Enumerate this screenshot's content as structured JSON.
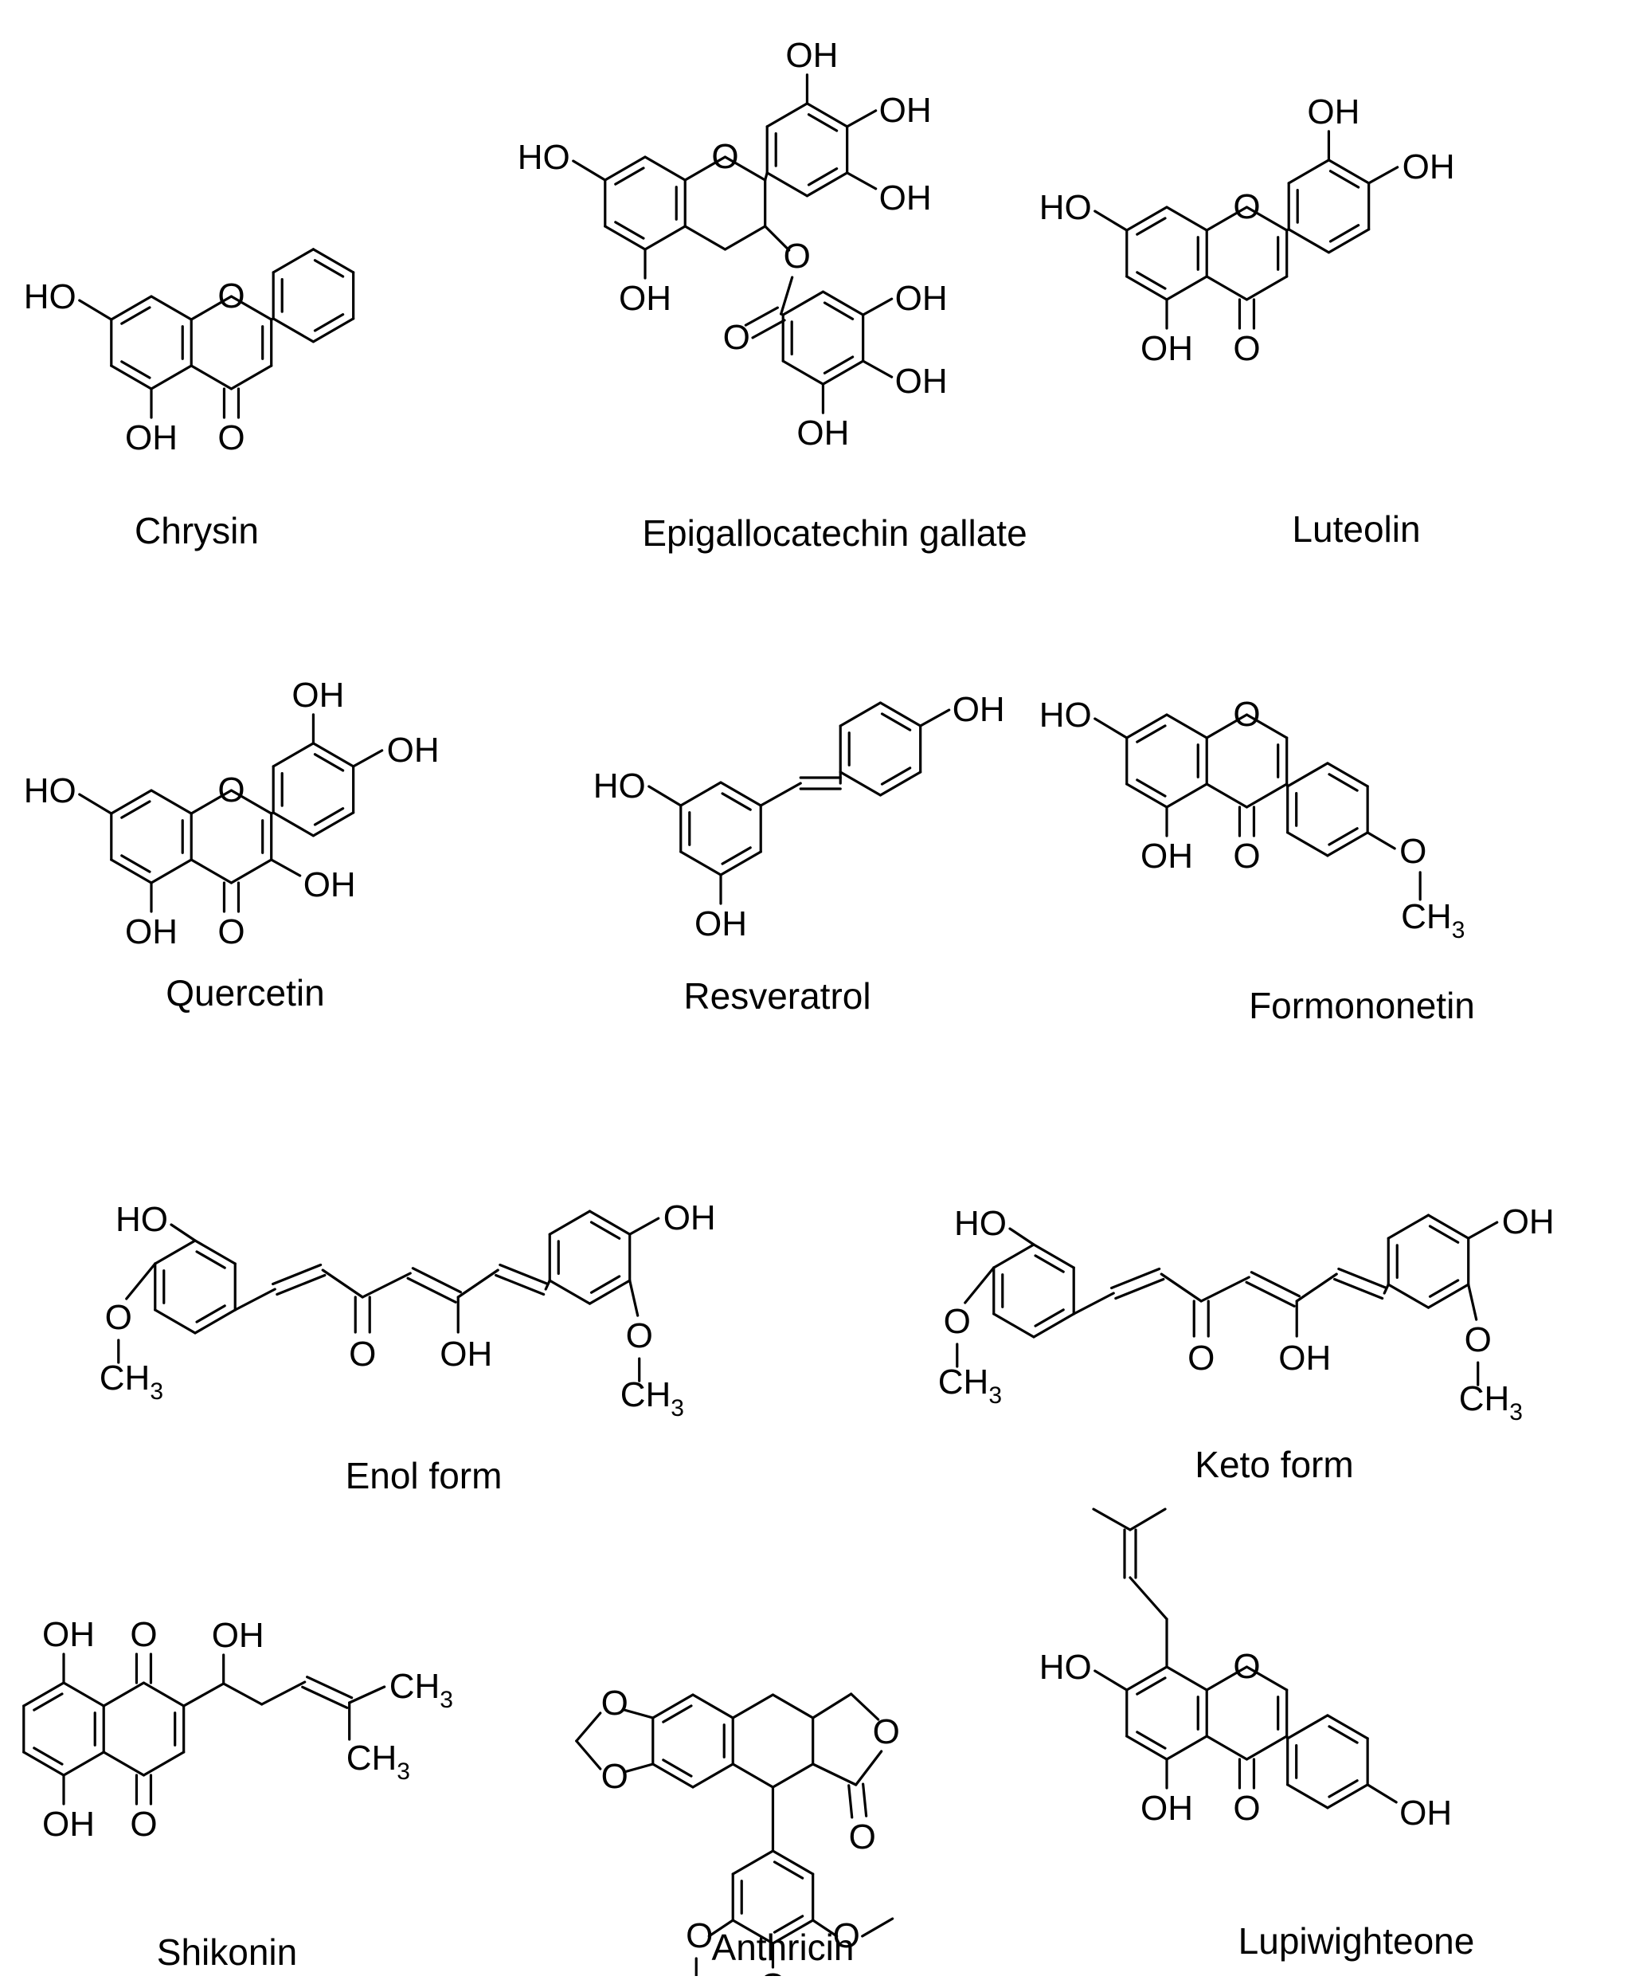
{
  "figure": {
    "compounds": [
      {
        "name": "Chrysin"
      },
      {
        "name": "Epigallocatechin gallate"
      },
      {
        "name": "Luteolin"
      },
      {
        "name": "Quercetin"
      },
      {
        "name": "Resveratrol"
      },
      {
        "name": "Formononetin"
      },
      {
        "name": "Enol form"
      },
      {
        "name": "Keto form"
      },
      {
        "name": "Shikonin"
      },
      {
        "name": "Anthricin"
      },
      {
        "name": "Lupiwighteone"
      }
    ],
    "atoms": {
      "hydroxyl": "OH",
      "hydroxyl_left": "HO",
      "oxygen": "O",
      "methyl": "CH",
      "methyl_sub": "3"
    }
  }
}
